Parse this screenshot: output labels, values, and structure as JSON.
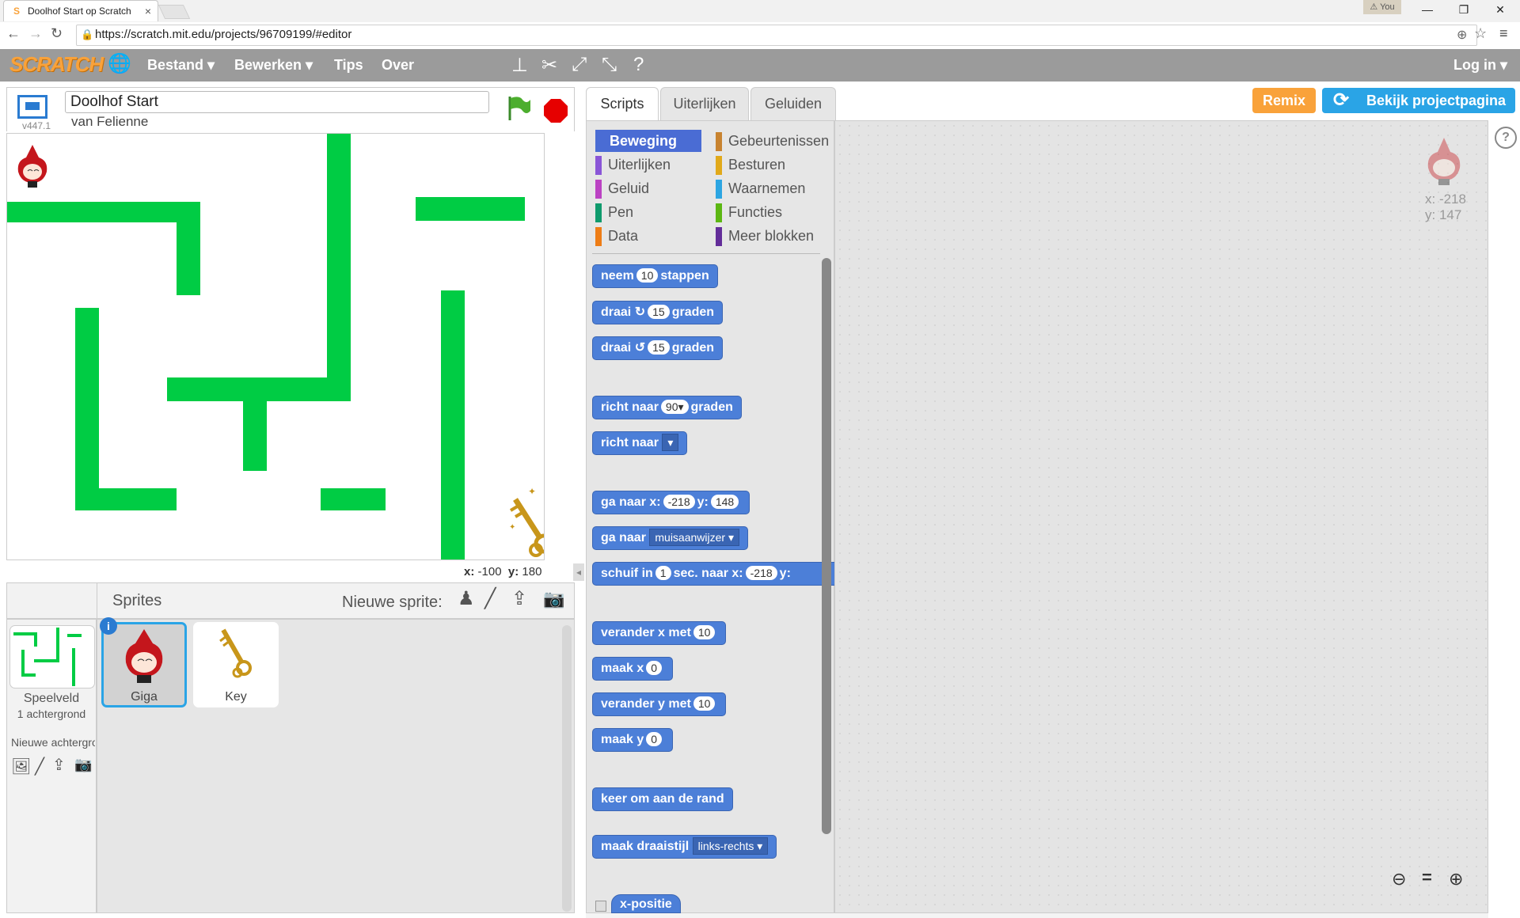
{
  "browser": {
    "tab_title": "Doolhof Start op Scratch",
    "tab_close": "×",
    "user_badge": "You",
    "url": "https://scratch.mit.edu/projects/96709199/#editor",
    "window_buttons": [
      "—",
      "❐",
      "✕"
    ]
  },
  "scratch_header": {
    "logo": "SCRATCH",
    "menus": [
      "Bestand ▾",
      "Bewerken ▾",
      "Tips",
      "Over"
    ],
    "login": "Log in ▾"
  },
  "stage": {
    "title": "Doolhof Start",
    "author": "van Felienne",
    "version": "v447.1",
    "mouse_x_label": "x:",
    "mouse_x": "-100",
    "mouse_y_label": "y:",
    "mouse_y": "180"
  },
  "sprites_pane": {
    "label": "Sprites",
    "new_sprite_label": "Nieuwe sprite:",
    "stage_name": "Speelveld",
    "stage_backdrops": "1 achtergrond",
    "new_backdrop_label": "Nieuwe achtergrond",
    "sprites": [
      {
        "name": "Giga",
        "selected": true
      },
      {
        "name": "Key",
        "selected": false
      }
    ]
  },
  "tabs": [
    "Scripts",
    "Uiterlijken",
    "Geluiden"
  ],
  "actions": {
    "remix": "Remix",
    "project_page": "Bekijk projectpagina"
  },
  "categories": [
    {
      "label": "Beweging",
      "color": "#4a6cd4",
      "selected": true
    },
    {
      "label": "Gebeurtenissen",
      "color": "#c88330"
    },
    {
      "label": "Uiterlijken",
      "color": "#8a55d7"
    },
    {
      "label": "Besturen",
      "color": "#e1a91a"
    },
    {
      "label": "Geluid",
      "color": "#bb42c3"
    },
    {
      "label": "Waarnemen",
      "color": "#2ca5e2"
    },
    {
      "label": "Pen",
      "color": "#0e9a6c"
    },
    {
      "label": "Functies",
      "color": "#5cb712"
    },
    {
      "label": "Data",
      "color": "#ee7d16"
    },
    {
      "label": "Meer blokken",
      "color": "#632d99"
    }
  ],
  "blocks": {
    "move": {
      "a": "neem",
      "v": "10",
      "b": "stappen"
    },
    "turn_right": {
      "a": "draai",
      "v": "15",
      "b": "graden"
    },
    "turn_left": {
      "a": "draai",
      "v": "15",
      "b": "graden"
    },
    "point_dir": {
      "a": "richt naar",
      "v": "90▾",
      "b": "graden"
    },
    "point_to": {
      "a": "richt naar",
      "v": "▾"
    },
    "goto_xy": {
      "a": "ga naar x:",
      "x": "-218",
      "b": "y:",
      "y": "148"
    },
    "goto": {
      "a": "ga naar",
      "v": "muisaanwijzer ▾"
    },
    "glide": {
      "a": "schuif in",
      "v": "1",
      "b": "sec. naar x:",
      "x": "-218",
      "c": "y:"
    },
    "change_x": {
      "a": "verander x met",
      "v": "10"
    },
    "set_x": {
      "a": "maak x",
      "v": "0"
    },
    "change_y": {
      "a": "verander y met",
      "v": "10"
    },
    "set_y": {
      "a": "maak y",
      "v": "0"
    },
    "bounce": {
      "a": "keer om aan de rand"
    },
    "rotation_style": {
      "a": "maak draaistijl",
      "v": "links-rechts ▾"
    },
    "x_position": {
      "a": "x-positie"
    }
  },
  "sprite_info": {
    "x": "x: -218",
    "y": "y: 147"
  },
  "colors": {
    "maze_green": "#00cc44",
    "motion_blue": "#4c7fd8",
    "remix_orange": "#f9a23a",
    "share_blue": "#2aa4e6"
  }
}
